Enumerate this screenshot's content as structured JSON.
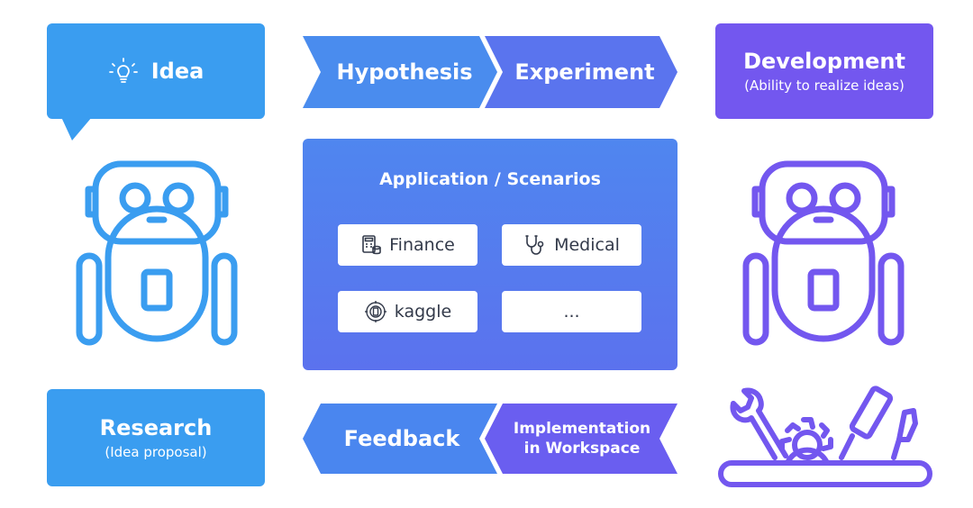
{
  "idea": {
    "label": "Idea",
    "icon": "lightbulb-icon"
  },
  "arrows_top": {
    "hypothesis": "Hypothesis",
    "experiment": "Experiment"
  },
  "development": {
    "title": "Development",
    "subtitle": "(Ability to realize ideas)"
  },
  "application": {
    "title": "Application / Scenarios",
    "chips": [
      {
        "label": "Finance",
        "icon": "finance-calculator-icon"
      },
      {
        "label": "Medical",
        "icon": "stethoscope-icon"
      },
      {
        "label": "kaggle",
        "icon": "kaggle-icon"
      },
      {
        "label": "..."
      }
    ]
  },
  "research": {
    "title": "Research",
    "subtitle": "(Idea proposal)"
  },
  "arrows_bottom": {
    "feedback": "Feedback",
    "implementation_line1": "Implementation",
    "implementation_line2": "in Workspace"
  },
  "colors": {
    "blue": "#3a9df0",
    "purple": "#7357ef",
    "arrow_blue": "#4a86ef",
    "arrow_purple": "#6a5ef0"
  }
}
